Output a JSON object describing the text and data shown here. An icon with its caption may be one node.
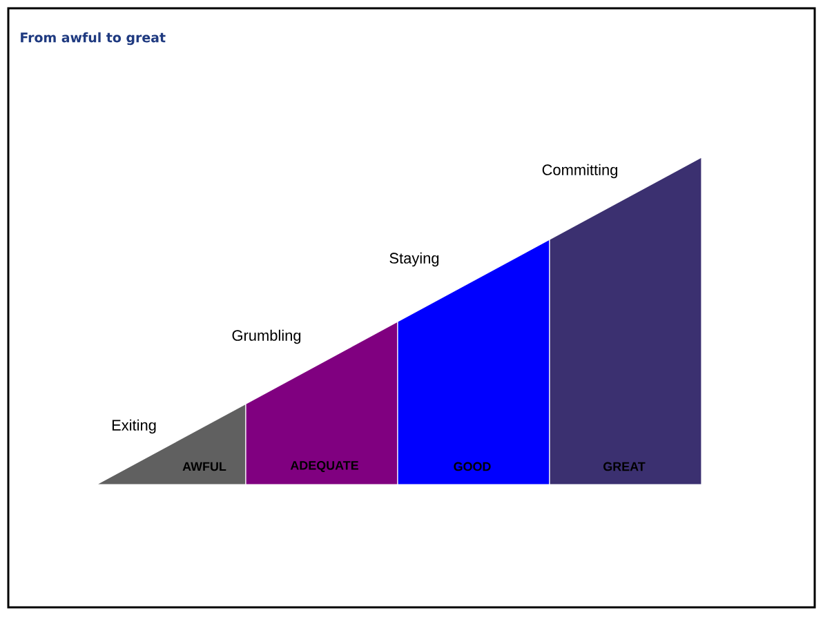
{
  "diagram": {
    "title": "From awful to great",
    "nodes": [
      {
        "text": [
          "Exiting",
          "AWFUL"
        ]
      },
      {
        "text": [
          "Grumbling",
          "ADEQUATE"
        ]
      },
      {
        "text": [
          "Staying",
          "GOOD"
        ]
      },
      {
        "text": [
          "Committing",
          "GREAT"
        ]
      }
    ]
  }
}
